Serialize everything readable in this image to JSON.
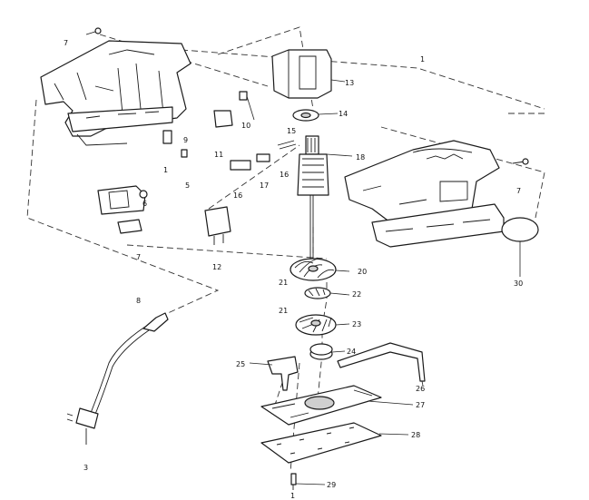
{
  "callouts": {
    "c7a": "7",
    "c1a": "1",
    "c13": "13",
    "c14": "14",
    "c10": "10",
    "c11": "11",
    "c9": "9",
    "c15": "15",
    "c18": "18",
    "c1b": "1",
    "c5": "5",
    "c16": "16",
    "c17": "17",
    "c16b": "16",
    "c7b": "7",
    "c6": "6",
    "c12": "12",
    "c7c": "7",
    "c20": "20",
    "c30": "30",
    "c21a": "21",
    "c22": "22",
    "c21b": "21",
    "c23": "23",
    "c8": "8",
    "c24": "24",
    "c25": "25",
    "c26": "26",
    "c27": "27",
    "c28": "28",
    "c29": "29",
    "c1c": "1",
    "c3": "3"
  }
}
